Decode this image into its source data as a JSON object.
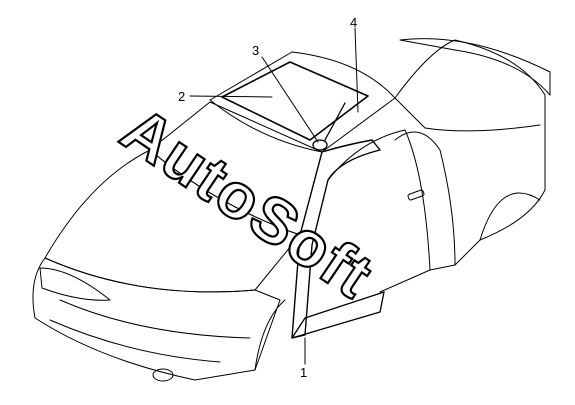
{
  "diagram": {
    "callouts": [
      {
        "id": "1",
        "label": "1"
      },
      {
        "id": "2",
        "label": "2"
      },
      {
        "id": "3",
        "label": "3"
      },
      {
        "id": "4",
        "label": "4"
      }
    ],
    "watermark": "AutoSoft",
    "colors": {
      "line": "#000000",
      "background": "#ffffff"
    }
  }
}
